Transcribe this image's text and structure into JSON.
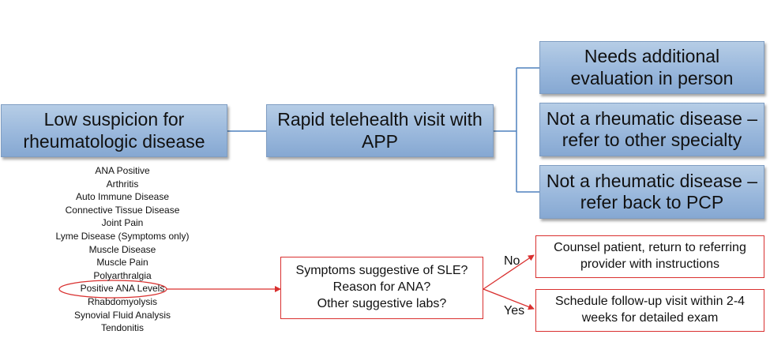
{
  "nodes": {
    "low_suspicion": "Low suspicion for\nrheumatologic disease",
    "telehealth": "Rapid telehealth visit with\nAPP",
    "needs_eval": "Needs additional\nevaluation in person",
    "other_specialty": "Not a rheumatic disease –\nrefer to other specialty",
    "back_to_pcp": "Not a rheumatic disease –\nrefer back to PCP",
    "questions": "Symptoms suggestive of SLE?\nReason for ANA?\nOther suggestive labs?",
    "counsel": "Counsel patient, return to referring\nprovider with instructions",
    "schedule": "Schedule follow-up visit within 2-4\nweeks for detailed exam"
  },
  "referral_reasons": [
    "ANA Positive",
    "Arthritis",
    "Auto Immune Disease",
    "Connective Tissue Disease",
    "Joint Pain",
    "Lyme Disease (Symptoms only)",
    "Muscle Disease",
    "Muscle Pain",
    "Polyarthralgia",
    "Positive ANA Levels",
    "Rhabdomyolysis",
    "Synovial Fluid Analysis",
    "Tendonitis"
  ],
  "highlighted_reason_index": 9,
  "edge_labels": {
    "no": "No",
    "yes": "Yes"
  },
  "colors": {
    "blue_line": "#4f81bd",
    "red_line": "#d9302f"
  }
}
